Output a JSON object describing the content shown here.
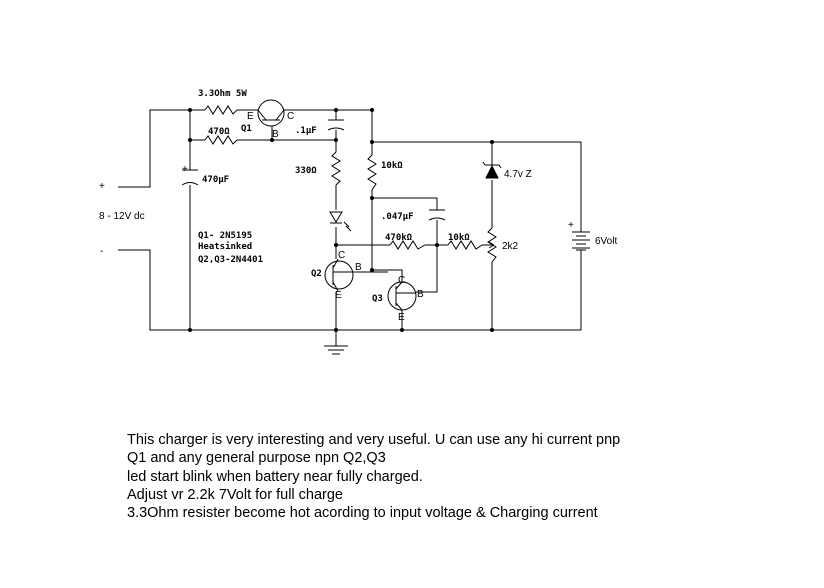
{
  "labels": {
    "r_series": "3.3Ohm 5W",
    "q1": "Q1",
    "q1_e": "E",
    "q1_c": "C",
    "q1_b": "B",
    "r470": "470Ω",
    "c_01": ".1μF",
    "c_470": "470μF",
    "c_470_plus": "+",
    "r330": "330Ω",
    "r10k_top": "10kΩ",
    "zener": "4.7v Z",
    "c_047": ".047μF",
    "r470k": "470kΩ",
    "r10k_mid": "10kΩ",
    "pot": "2k2",
    "q2": "Q2",
    "q2_c": "C",
    "q2_b": "B",
    "q2_e": "E",
    "q3": "Q3",
    "q3_c": "C",
    "q3_b": "B",
    "q3_e": "E",
    "battery": "6Volt",
    "battery_plus": "+",
    "input_plus": "+",
    "input_minus": "-",
    "input_voltage": "8 - 12V dc",
    "parts_line1": "Q1-   2N5195",
    "parts_line2": "Heatsinked",
    "parts_line3": "Q2,Q3-2N4401"
  },
  "notes": [
    "This charger is very interesting and very useful. U can use any hi current pnp",
    "Q1 and any general purpose npn Q2,Q3",
    "led start blink when battery near fully charged.",
    "Adjust vr 2.2k 7Volt for full charge",
    "3.3Ohm resister become hot acording to input voltage &  Charging current"
  ]
}
